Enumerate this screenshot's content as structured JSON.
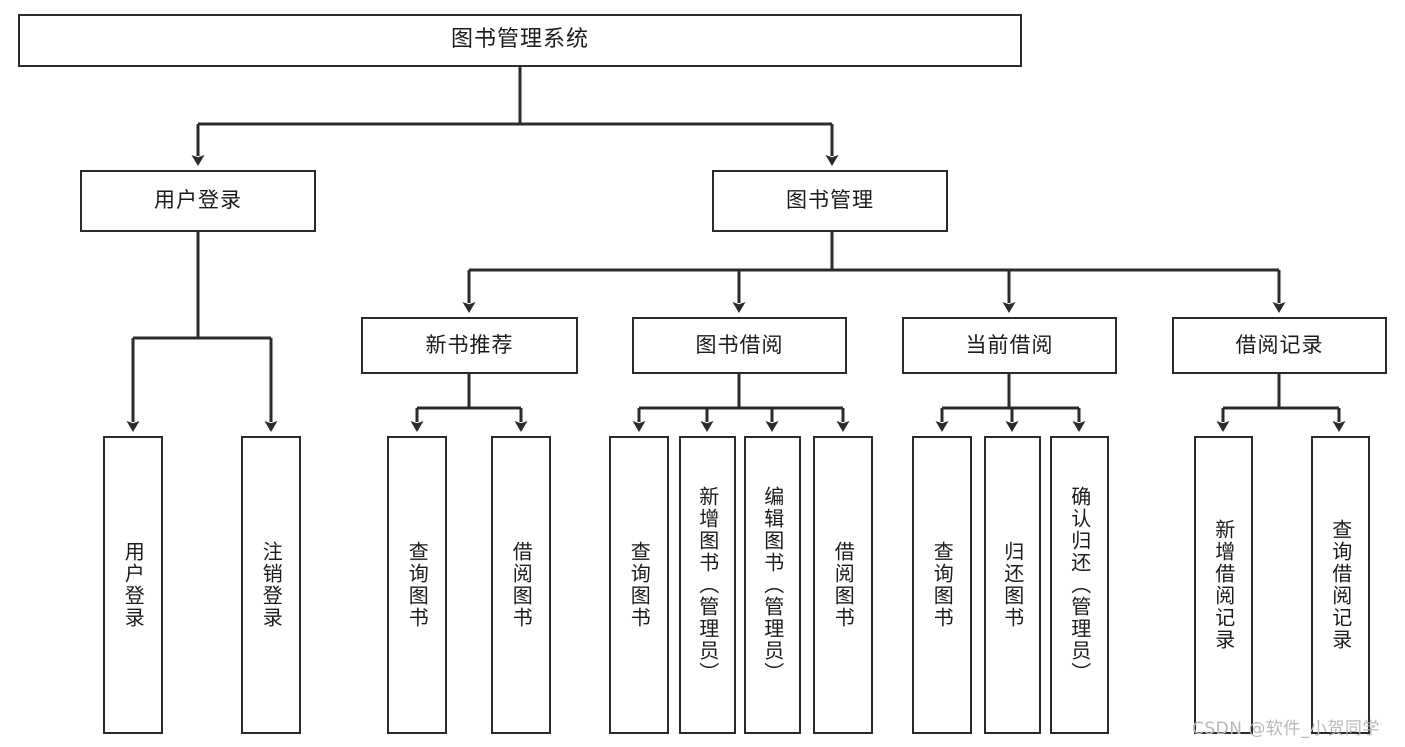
{
  "diagram": {
    "type": "tree",
    "title": "图书管理系统",
    "orientation": "top-down",
    "watermark": "CSDN @软件_小贺同学",
    "accent_colors": {
      "box_border": "#2b2b2b",
      "box_fill": "#ffffff",
      "edge": "#2b2b2b",
      "text": "#1b1b1b",
      "watermark": "#b9b9b9"
    },
    "nodes": {
      "root": {
        "label": "图书管理系统"
      },
      "level2": [
        {
          "id": "user-login",
          "label": "用户登录"
        },
        {
          "id": "book-manage",
          "label": "图书管理"
        }
      ],
      "level3": [
        {
          "id": "new-book-recommend",
          "label": "新书推荐"
        },
        {
          "id": "book-borrow",
          "label": "图书借阅"
        },
        {
          "id": "current-borrow",
          "label": "当前借阅"
        },
        {
          "id": "borrow-record",
          "label": "借阅记录"
        }
      ],
      "leaves": {
        "user-login": [
          {
            "id": "leaf-user-login",
            "label": "用户登录"
          },
          {
            "id": "leaf-logout-login",
            "label": "注销登录"
          }
        ],
        "new-book-recommend": [
          {
            "id": "leaf-query-book-1",
            "label": "查询图书"
          },
          {
            "id": "leaf-borrow-book-1",
            "label": "借阅图书"
          }
        ],
        "book-borrow": [
          {
            "id": "leaf-query-book-2",
            "label": "查询图书"
          },
          {
            "id": "leaf-add-book",
            "label": "新增图书（管理员）"
          },
          {
            "id": "leaf-edit-book",
            "label": "编辑图书（管理员）"
          },
          {
            "id": "leaf-borrow-book-2",
            "label": "借阅图书"
          }
        ],
        "current-borrow": [
          {
            "id": "leaf-query-book-3",
            "label": "查询图书"
          },
          {
            "id": "leaf-return-book",
            "label": "归还图书"
          },
          {
            "id": "leaf-confirm-return",
            "label": "确认归还（管理员）"
          }
        ],
        "borrow-record": [
          {
            "id": "leaf-add-record",
            "label": "新增借阅记录"
          },
          {
            "id": "leaf-query-record",
            "label": "查询借阅记录"
          }
        ]
      }
    }
  }
}
